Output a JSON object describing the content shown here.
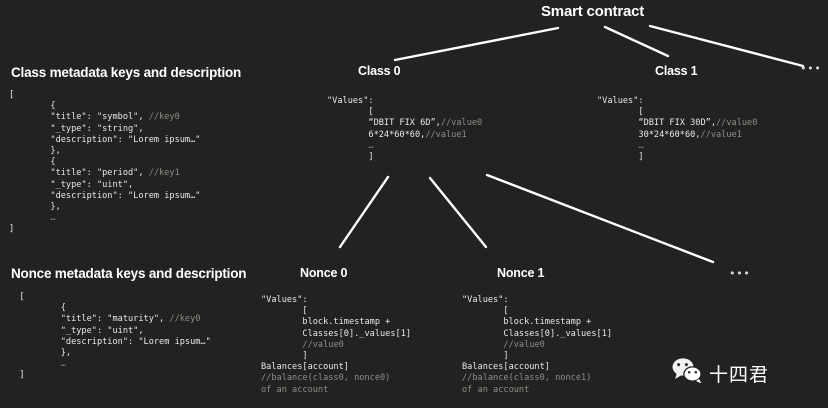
{
  "page": {
    "background_color": "#222222",
    "text_color": "#ffffff",
    "comment_color": "#8b9083",
    "edge_color": "#ffffff"
  },
  "root": {
    "label": "Smart contract"
  },
  "sections": {
    "class_metadata": {
      "heading": "Class metadata keys and description",
      "code": "[\n        {\n        \"title\": \"symbol\", //key0\n        \"_type\": \"string\",\n        \"description\": \"Lorem ipsum…\"\n        },\n        {\n        \"title\": \"period\", //key1\n        \"_type\": \"uint\",\n        \"description\": \"Lorem ipsum…\"\n        },\n        …\n]"
    },
    "nonce_metadata": {
      "heading": "Nonce metadata keys and description",
      "code": "  [\n          {\n          \"title\": \"maturity\", //key0\n          \"_type\": \"uint\",\n          \"description\": \"Lorem ipsum…\"\n          },\n          …\n  ]"
    }
  },
  "nodes": {
    "class0": {
      "title": "Class 0",
      "code": "\"Values\":\n        [\n        “DBIT FIX 6D”,//value0\n        6*24*60*60,//value1\n        …\n        ]"
    },
    "class1": {
      "title": "Class 1",
      "code": "\"Values\":\n        [\n        “DBIT FIX 30D”,//value0\n        30*24*60*60,//value1\n        …\n        ]"
    },
    "nonce0": {
      "title": "Nonce 0",
      "code": "\"Values\":\n        [\n        block.timestamp +\n        Classes[0]._values[1]\n        //value0\n        ]\nBalances[account]\n//balance(class0, nonce0)\nof an account"
    },
    "nonce1": {
      "title": "Nonce 1",
      "code": "\"Values\":\n        [\n        block.timestamp +\n        Classes[0]._values[1]\n        //value0\n        ]\nBalances[account]\n//balance(class0, nonce1)\nof an account"
    }
  },
  "ellipses": {
    "classes_more": "•••",
    "nonces_more": "•••"
  },
  "watermark": {
    "icon": "wechat-icon",
    "text": "十四君"
  }
}
